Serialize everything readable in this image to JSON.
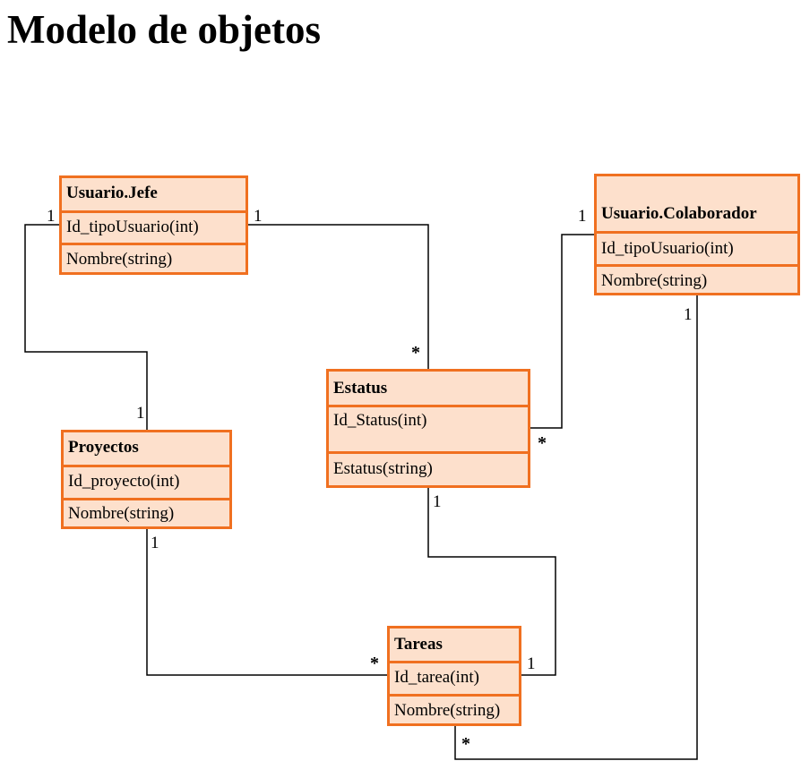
{
  "title": "Modelo de objetos",
  "colors": {
    "border": "#f07020",
    "fill": "#fde0cc",
    "line": "#000000"
  },
  "classes": {
    "jefe": {
      "name": "Usuario.Jefe",
      "attrs": [
        "Id_tipoUsuario(int)",
        "Nombre(string)"
      ]
    },
    "colaborador": {
      "name": "Usuario.Colaborador",
      "attrs": [
        "Id_tipoUsuario(int)",
        "Nombre(string)"
      ]
    },
    "estatus": {
      "name": "Estatus",
      "attrs": [
        "Id_Status(int)",
        "Estatus(string)"
      ]
    },
    "proyectos": {
      "name": "Proyectos",
      "attrs": [
        "Id_proyecto(int)",
        "Nombre(string)"
      ]
    },
    "tareas": {
      "name": "Tareas",
      "attrs": [
        "Id_tarea(int)",
        "Nombre(string)"
      ]
    }
  },
  "associations": [
    {
      "from": "Usuario.Jefe",
      "to": "Proyectos",
      "from_mult": "1",
      "to_mult": "1"
    },
    {
      "from": "Usuario.Jefe",
      "to": "Estatus",
      "from_mult": "1",
      "to_mult": "*"
    },
    {
      "from": "Usuario.Colaborador",
      "to": "Estatus",
      "from_mult": "1",
      "to_mult": "*"
    },
    {
      "from": "Proyectos",
      "to": "Tareas",
      "from_mult": "1",
      "to_mult": "*"
    },
    {
      "from": "Estatus",
      "to": "Tareas",
      "from_mult": "1",
      "to_mult": "1"
    },
    {
      "from": "Usuario.Colaborador",
      "to": "Tareas",
      "from_mult": "1",
      "to_mult": "*"
    }
  ]
}
